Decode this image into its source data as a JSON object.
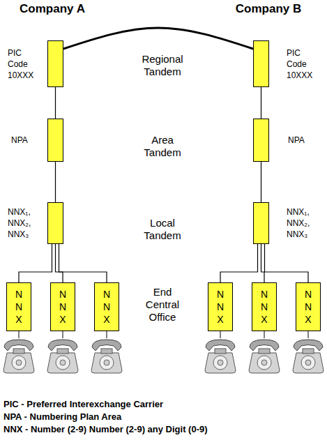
{
  "diagram": {
    "nodes": [
      {
        "text": [
          "PIC Code 10XXX"
        ]
      },
      {
        "text": [
          "PIC Code 10XXX"
        ]
      },
      {
        "text": [
          "NPA"
        ]
      },
      {
        "text": [
          "NPA"
        ]
      },
      {
        "text": [
          "NNX₁, NNX₂, NNX₃"
        ]
      },
      {
        "text": [
          "NNX₁, NNX₂, NNX₃"
        ]
      },
      {
        "text": [
          "N N X"
        ]
      },
      {
        "text": [
          "N N X"
        ]
      },
      {
        "text": [
          "N N X"
        ]
      },
      {
        "text": [
          "N N X"
        ]
      },
      {
        "text": [
          "N N X"
        ]
      },
      {
        "text": [
          "N N X"
        ]
      }
    ],
    "edges": [
      {
        "from": 0,
        "to": 1,
        "arrow": "none"
      },
      {
        "from": 0,
        "to": 2,
        "arrow": "none"
      },
      {
        "from": 2,
        "to": 4,
        "arrow": "none"
      },
      {
        "from": 4,
        "to": 6,
        "arrow": "none"
      },
      {
        "from": 4,
        "to": 7,
        "arrow": "none"
      },
      {
        "from": 4,
        "to": 8,
        "arrow": "none"
      },
      {
        "from": 1,
        "to": 3,
        "arrow": "none"
      },
      {
        "from": 3,
        "to": 5,
        "arrow": "none"
      },
      {
        "from": 5,
        "to": 9,
        "arrow": "none"
      },
      {
        "from": 5,
        "to": 10,
        "arrow": "none"
      },
      {
        "from": 5,
        "to": 11,
        "arrow": "none"
      }
    ],
    "labels": [
      "Company A",
      "Company B",
      "Regional Tandem",
      "Area Tandem",
      "Local Tandem",
      "End Central Office",
      "PIC - Preferred Interexchange Carrier",
      "NPA - Numbering Plan Area",
      "NNX - Number (2-9) Number (2-9) any Digit (0-9)"
    ]
  }
}
